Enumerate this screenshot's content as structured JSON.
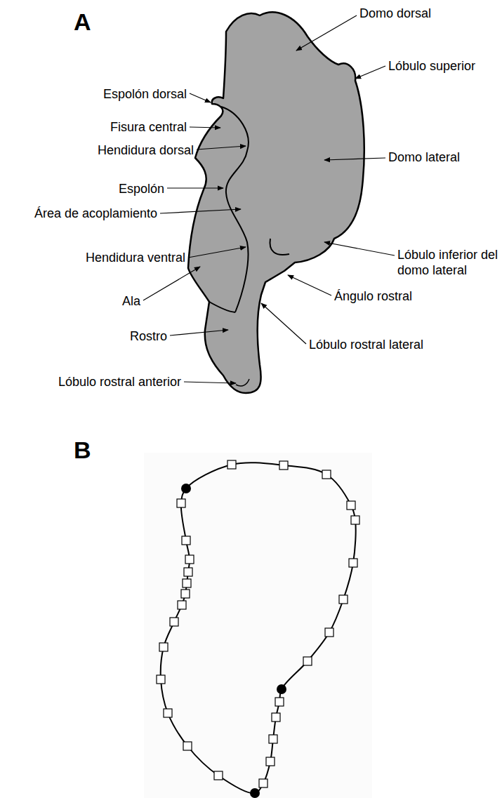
{
  "diagram": {
    "labels": [
      "A",
      "Domo dorsal",
      "Lóbulo superior",
      "Espolón dorsal",
      "Fisura central",
      "Hendidura dorsal",
      "Domo lateral",
      "Espolón",
      "Área de acoplamiento",
      "Hendidura ventral",
      "Lóbulo inferior del domo lateral",
      "Ala",
      "Ángulo rostral",
      "Rostro",
      "Lóbulo rostral lateral",
      "Lóbulo rostral anterior",
      "B"
    ]
  }
}
